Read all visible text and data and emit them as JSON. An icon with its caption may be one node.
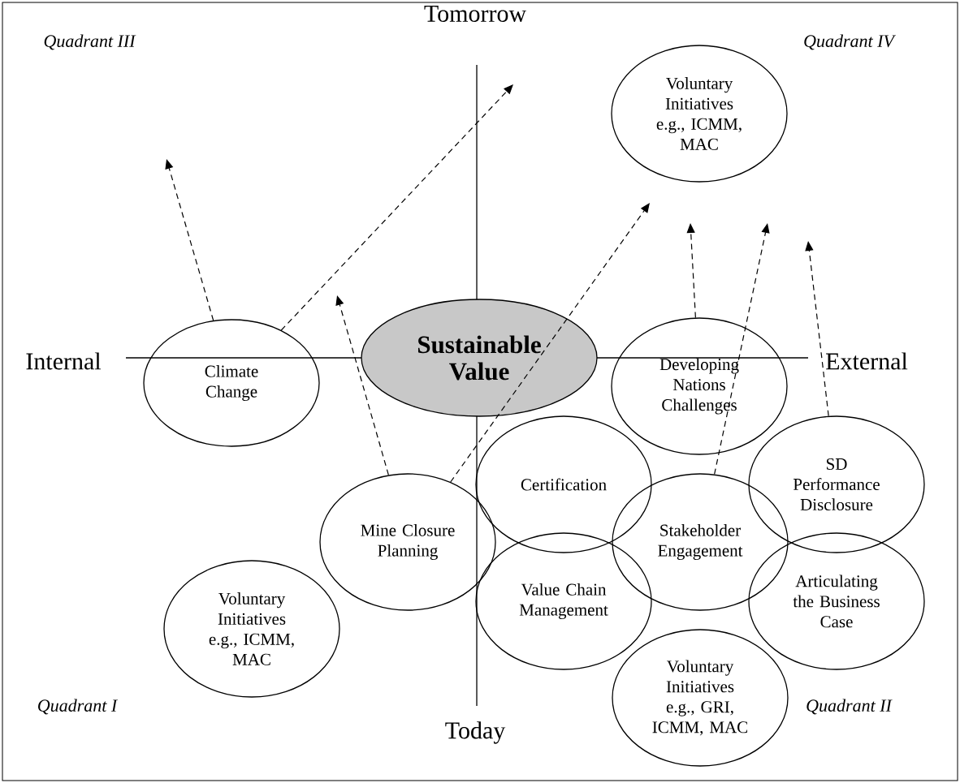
{
  "diagram": {
    "nodes": [
      {
        "text": [
          "Sustainable Value"
        ]
      },
      {
        "text": [
          "Voluntary Initiatives e.g., ICMM, MAC"
        ]
      },
      {
        "text": [
          "Climate Change"
        ]
      },
      {
        "text": [
          "Developing Nations Challenges"
        ]
      },
      {
        "text": [
          "Certification"
        ]
      },
      {
        "text": [
          "SD Performance Disclosure"
        ]
      },
      {
        "text": [
          "Mine Closure Planning"
        ]
      },
      {
        "text": [
          "Stakeholder Engagement"
        ]
      },
      {
        "text": [
          "Value Chain Management"
        ]
      },
      {
        "text": [
          "Articulating the Business Case"
        ]
      },
      {
        "text": [
          "Voluntary Initiatives e.g.,  ICMM, MAC"
        ]
      },
      {
        "text": [
          "Voluntary Initiatives e.g., GRI, ICMM, MAC"
        ]
      }
    ],
    "edges": [
      {
        "from": 2,
        "to": null,
        "arrow": "to",
        "style": "dashed"
      },
      {
        "from": 2,
        "to": null,
        "arrow": "to",
        "style": "dashed"
      },
      {
        "from": 6,
        "to": null,
        "arrow": "to",
        "style": "dashed"
      },
      {
        "from": 6,
        "to": null,
        "arrow": "to",
        "style": "dashed"
      },
      {
        "from": 3,
        "to": null,
        "arrow": "to",
        "style": "dashed"
      },
      {
        "from": 7,
        "to": null,
        "arrow": "to",
        "style": "dashed"
      },
      {
        "from": 5,
        "to": null,
        "arrow": "to",
        "style": "dashed"
      }
    ],
    "labels": [
      "Tomorrow",
      "Quadrant III",
      "Quadrant IV",
      "Internal",
      "External",
      "Quadrant I",
      "Today",
      "Quadrant II"
    ]
  }
}
